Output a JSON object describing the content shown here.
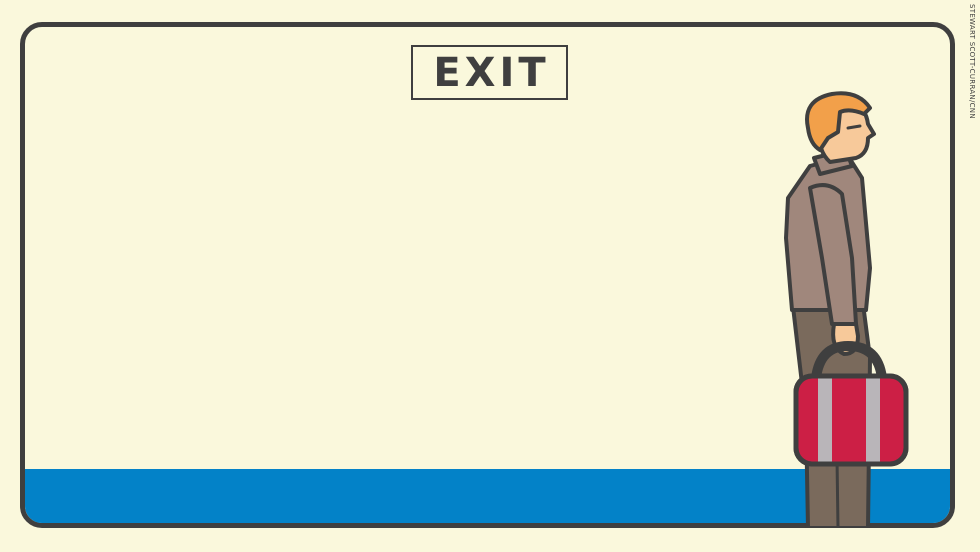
{
  "sign": {
    "text": "EXIT"
  },
  "credit": {
    "text": "STEWART SCOTT-CURRAN/CNN"
  },
  "colors": {
    "background": "#FAF8DC",
    "outline": "#3F3F3F",
    "floor": "#0382C8",
    "hair": "#F2A04A",
    "skin": "#F7C99A",
    "jacket": "#A0877C",
    "trousers": "#7A6A5C",
    "suitcase": "#CC1F45",
    "suitcase_stripe": "#B9B5B9"
  },
  "illustration": {
    "figure": "traveler-with-suitcase",
    "icons": [
      "exit-sign",
      "suitcase"
    ]
  }
}
